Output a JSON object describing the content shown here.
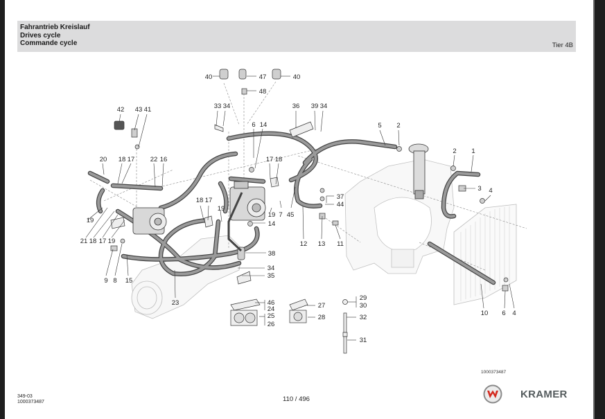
{
  "header": {
    "title_de": "Fahrantrieb Kreislauf",
    "title_en": "Drives cycle",
    "title_fr": "Commande cycle",
    "variant": "Tier 4B"
  },
  "diagram": {
    "drawing_number": "1000373487",
    "callouts": [
      {
        "id": "c40a",
        "label": "40"
      },
      {
        "id": "c47",
        "label": "47"
      },
      {
        "id": "c40b",
        "label": "40"
      },
      {
        "id": "c48",
        "label": "48"
      },
      {
        "id": "c42",
        "label": "42"
      },
      {
        "id": "c43",
        "label": "43"
      },
      {
        "id": "c41",
        "label": "41"
      },
      {
        "id": "c33",
        "label": "33"
      },
      {
        "id": "c34a",
        "label": "34"
      },
      {
        "id": "c36",
        "label": "36"
      },
      {
        "id": "c39",
        "label": "39"
      },
      {
        "id": "c34b",
        "label": "34"
      },
      {
        "id": "c6a",
        "label": "6"
      },
      {
        "id": "c14a",
        "label": "14"
      },
      {
        "id": "c5",
        "label": "5"
      },
      {
        "id": "c2a",
        "label": "2"
      },
      {
        "id": "c20",
        "label": "20"
      },
      {
        "id": "c18a",
        "label": "18"
      },
      {
        "id": "c17a",
        "label": "17"
      },
      {
        "id": "c22",
        "label": "22"
      },
      {
        "id": "c16",
        "label": "16"
      },
      {
        "id": "c17b",
        "label": "17"
      },
      {
        "id": "c18b",
        "label": "18"
      },
      {
        "id": "c2b",
        "label": "2"
      },
      {
        "id": "c1",
        "label": "1"
      },
      {
        "id": "c3",
        "label": "3"
      },
      {
        "id": "c4a",
        "label": "4"
      },
      {
        "id": "c18c",
        "label": "18"
      },
      {
        "id": "c17c",
        "label": "17"
      },
      {
        "id": "c19a",
        "label": "19"
      },
      {
        "id": "c19b",
        "label": "19"
      },
      {
        "id": "c7",
        "label": "7"
      },
      {
        "id": "c45",
        "label": "45"
      },
      {
        "id": "c37",
        "label": "37"
      },
      {
        "id": "c44",
        "label": "44"
      },
      {
        "id": "c14b",
        "label": "14"
      },
      {
        "id": "c19c",
        "label": "19"
      },
      {
        "id": "c21",
        "label": "21"
      },
      {
        "id": "c18d",
        "label": "18"
      },
      {
        "id": "c17d",
        "label": "17"
      },
      {
        "id": "c19d",
        "label": "19"
      },
      {
        "id": "c12",
        "label": "12"
      },
      {
        "id": "c13",
        "label": "13"
      },
      {
        "id": "c11",
        "label": "11"
      },
      {
        "id": "c38",
        "label": "38"
      },
      {
        "id": "c9",
        "label": "9"
      },
      {
        "id": "c8",
        "label": "8"
      },
      {
        "id": "c15",
        "label": "15"
      },
      {
        "id": "c34c",
        "label": "34"
      },
      {
        "id": "c35",
        "label": "35"
      },
      {
        "id": "c23",
        "label": "23"
      },
      {
        "id": "c46",
        "label": "46"
      },
      {
        "id": "c24",
        "label": "24"
      },
      {
        "id": "c25",
        "label": "25"
      },
      {
        "id": "c26",
        "label": "26"
      },
      {
        "id": "c27",
        "label": "27"
      },
      {
        "id": "c28",
        "label": "28"
      },
      {
        "id": "c29",
        "label": "29"
      },
      {
        "id": "c30",
        "label": "30"
      },
      {
        "id": "c32",
        "label": "32"
      },
      {
        "id": "c31",
        "label": "31"
      },
      {
        "id": "c10",
        "label": "10"
      },
      {
        "id": "c6b",
        "label": "6"
      },
      {
        "id": "c4b",
        "label": "4"
      }
    ]
  },
  "footer": {
    "section_code": "349-03",
    "doc_number": "1000373487",
    "page": "110 / 496",
    "brand": "KRAMER",
    "logo_letter": "W",
    "logo_color": "#d42a1f"
  }
}
